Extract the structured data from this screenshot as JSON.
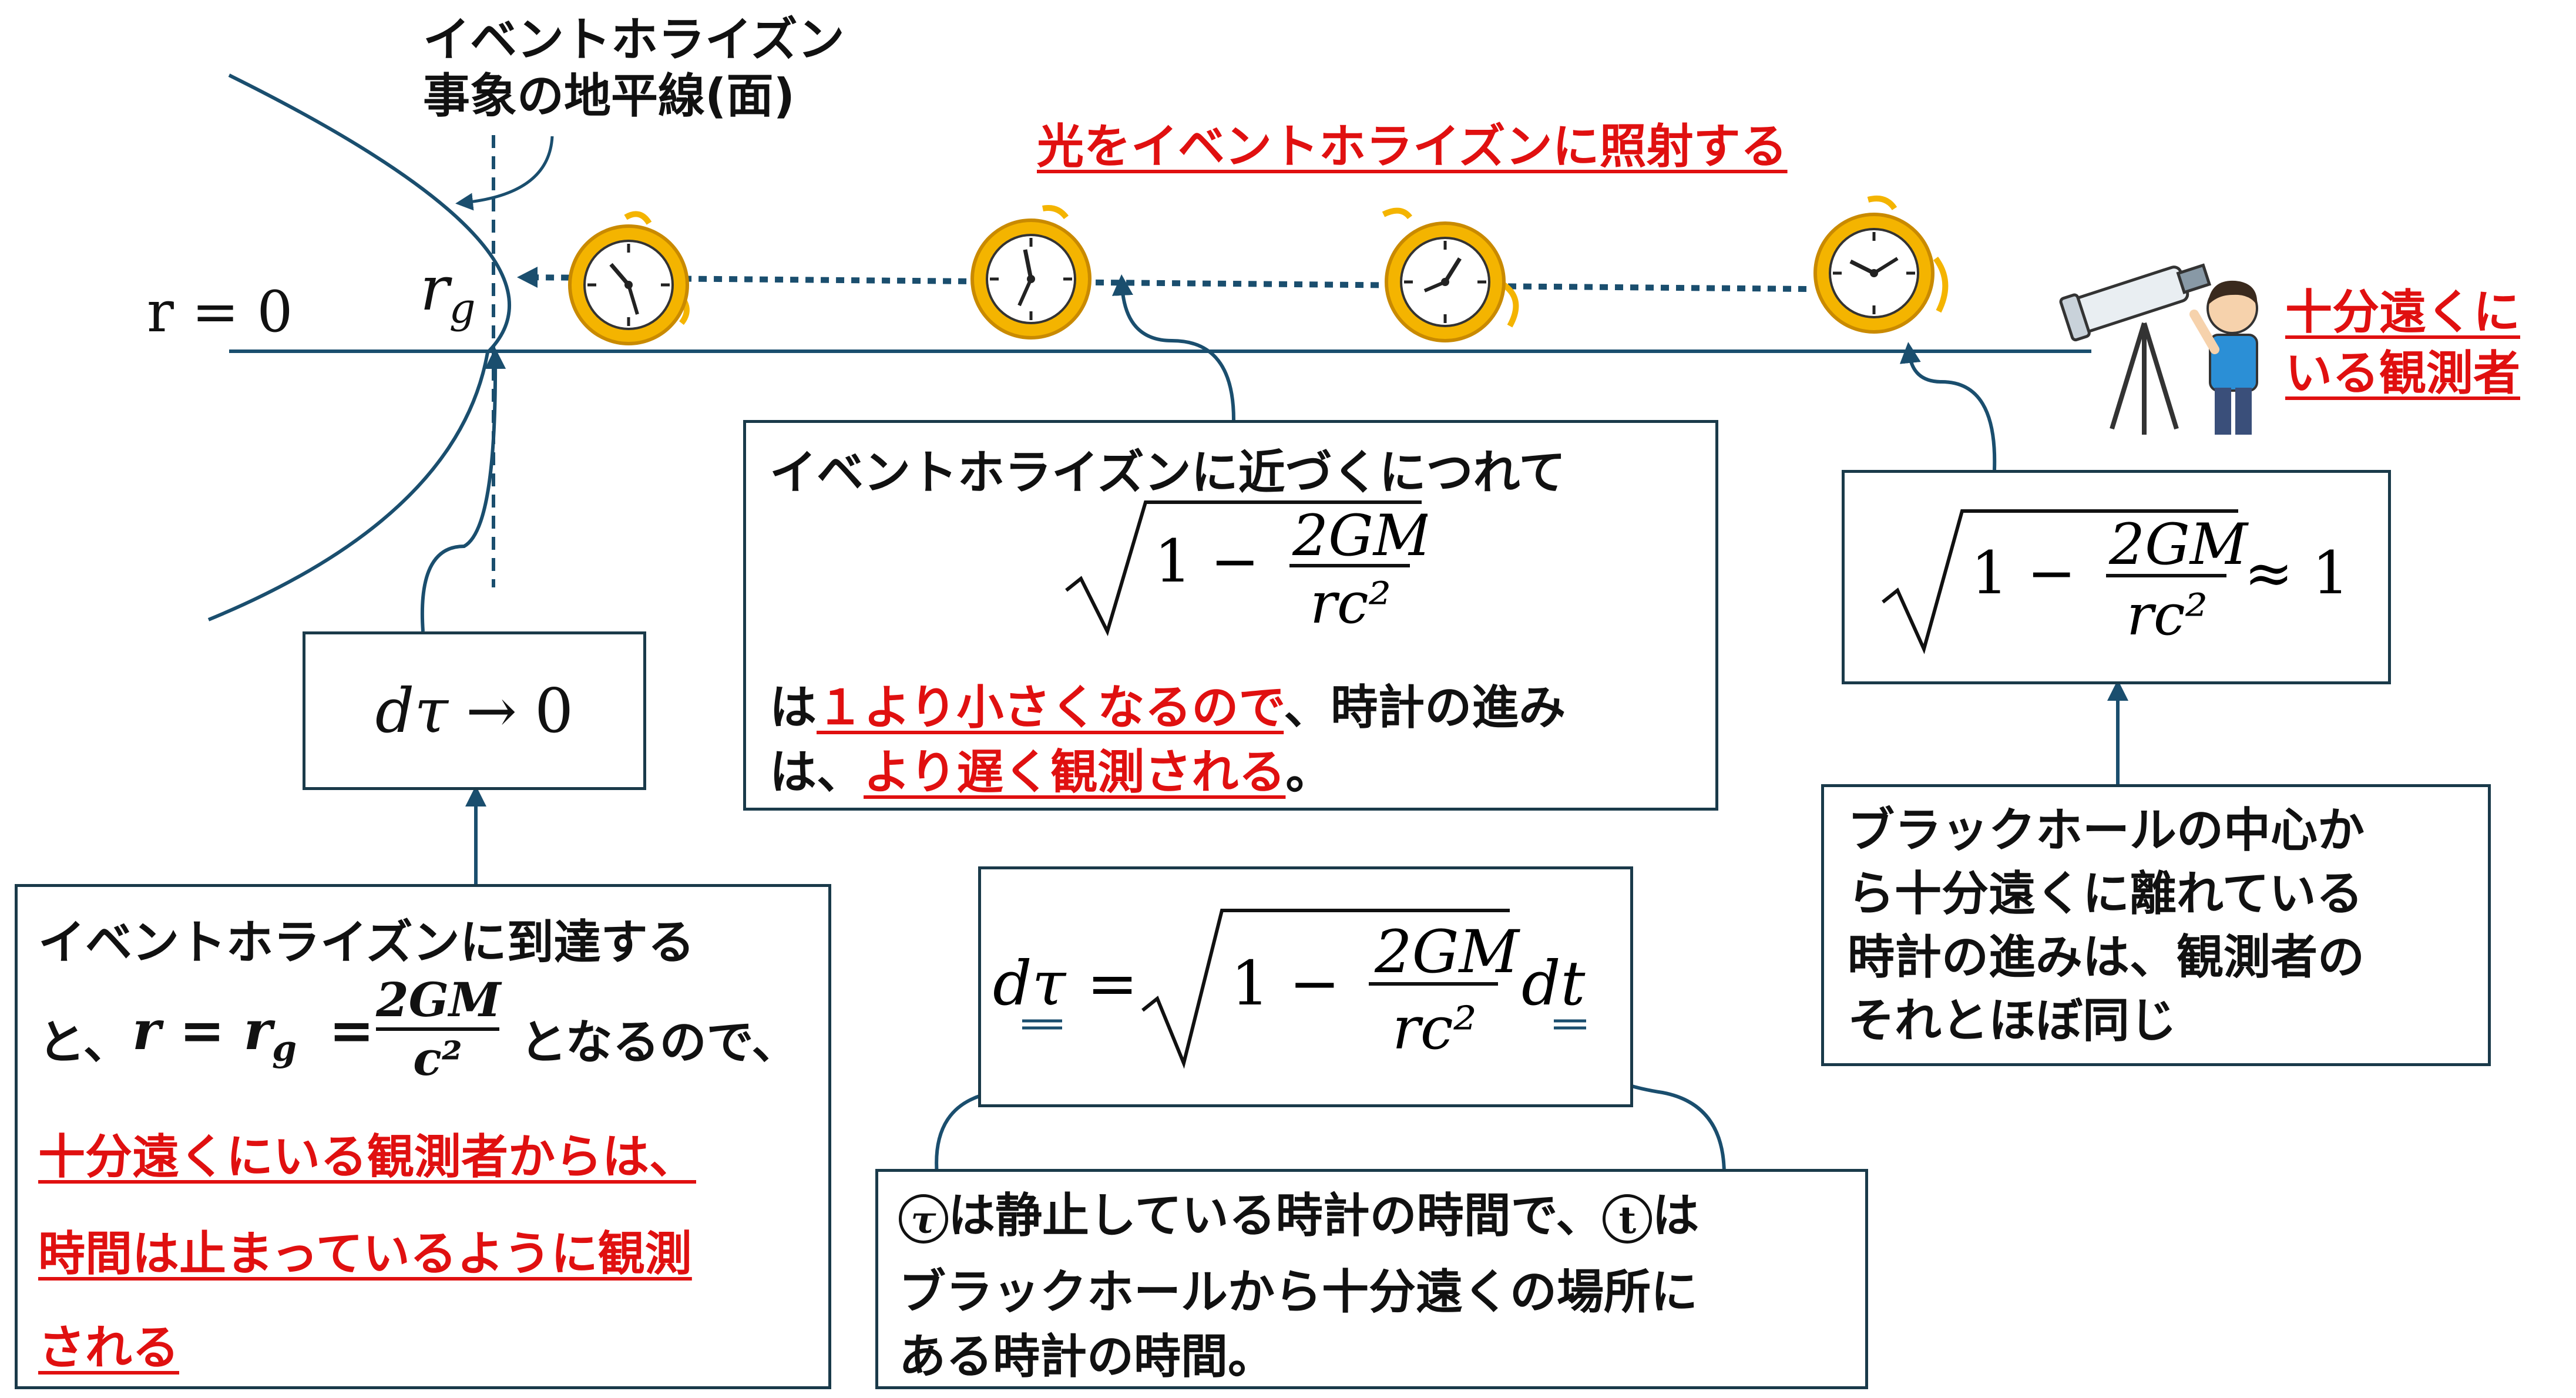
{
  "labels": {
    "event_horizon_line1": "イベントホライズン",
    "event_horizon_line2": "事象の地平線(面)",
    "r_zero": "r = 0",
    "r_g": "r",
    "r_g_sub": "g",
    "light_title": "光をイベントホライズンに照射する",
    "observer_line1": "十分遠くに",
    "observer_line2": "いる観測者"
  },
  "box_dtau": {
    "formula_left": "dτ",
    "formula_arrow": "→",
    "formula_right": "0"
  },
  "box_near": {
    "line1": "イベントホライズンに近づくにつれて",
    "sqrt_one": "1 −",
    "frac_num": "2GM",
    "frac_den": "rc²",
    "line3_prefix": "は",
    "line3_red": "１より小さくなるので",
    "line3_suffix": "、時計の進み",
    "line4_prefix": "は、",
    "line4_red": "より遅く観測される",
    "line4_suffix": "。"
  },
  "box_far": {
    "sqrt_one": "1 −",
    "frac_num": "2GM",
    "frac_den": "rc²",
    "approx": "≈ 1"
  },
  "box_far_note": {
    "line1": "ブラックホールの中心か",
    "line2": "ら十分遠くに離れている",
    "line3": "時計の進みは、観測者の",
    "line4": "それとほぼ同じ"
  },
  "box_reach": {
    "line1": "イベントホライズンに到達する",
    "line2_prefix": "と、",
    "line2_math": "r = r",
    "line2_sub": "g",
    "line2_eq": "=",
    "frac_num": "2GM",
    "frac_den": "c²",
    "line2_suffix": "となるので、",
    "line3_red": "十分遠くにいる観測者からは、",
    "line4_red": "時間は止まっているように観測",
    "line5_red": "される"
  },
  "box_main_eq": {
    "dtau": "dτ",
    "eq": "=",
    "sqrt_one": "1 −",
    "frac_num": "2GM",
    "frac_den": "rc²",
    "dt": "dt"
  },
  "box_legend": {
    "tau_symbol": "τ",
    "line1_mid": "は静止している時計の時間で、",
    "t_symbol": "t",
    "line1_end": "は",
    "line2": "ブラックホールから十分遠くの場所に",
    "line3": "ある時計の時間。"
  },
  "colors": {
    "line": "#1a4e6e",
    "red_text": "#e01010",
    "clock_gold": "#f4b400",
    "box_border": "#1a3a4a"
  }
}
